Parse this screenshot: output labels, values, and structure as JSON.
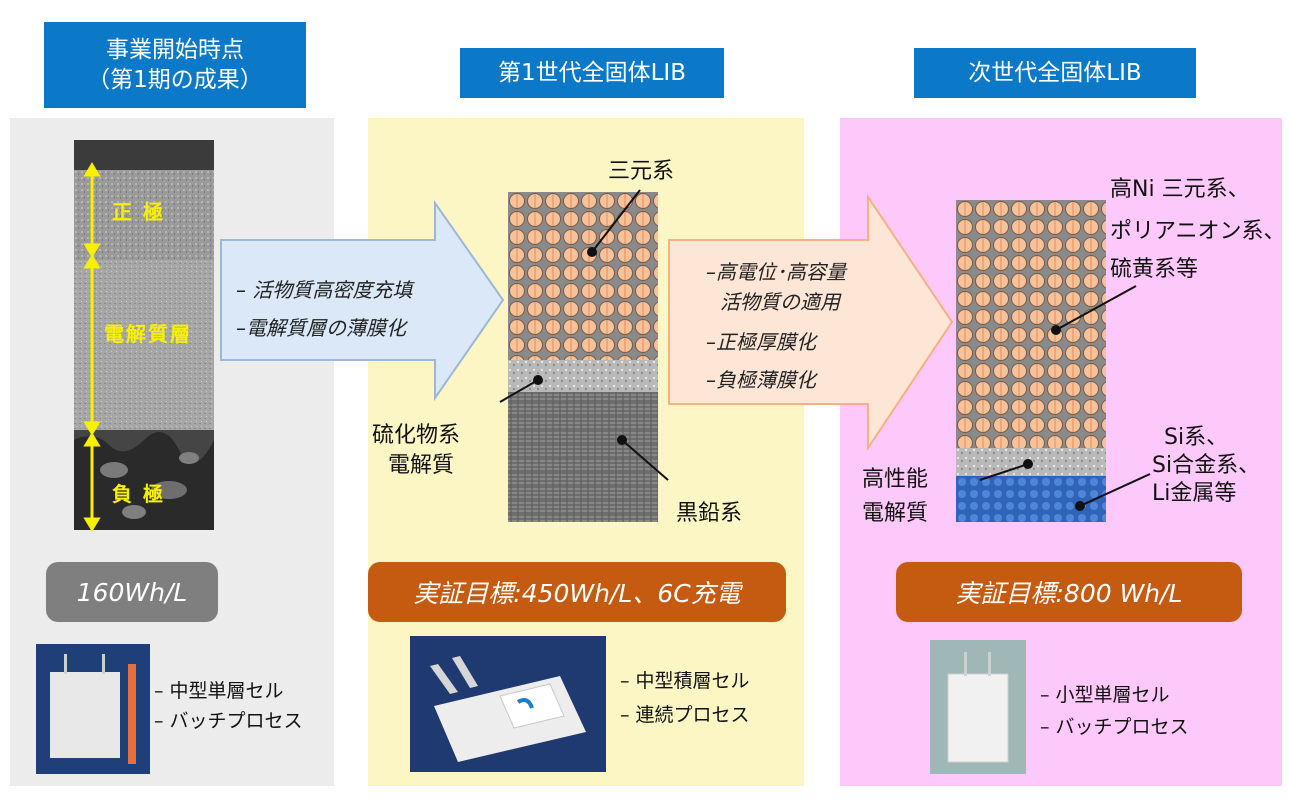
{
  "headers": {
    "col1_line1": "事業開始時点",
    "col1_line2": "（第1期の成果）",
    "col2": "第1世代全固体LIB",
    "col3": "次世代全固体LIB"
  },
  "col1": {
    "label_positive": "正 極",
    "label_electrolyte": "電解質層",
    "label_negative": "負 極",
    "target": "160Wh/L",
    "bullets": [
      "– 中型単層セル",
      "– バッチプロセス"
    ]
  },
  "arrow1": {
    "items": [
      "– 活物質高密度充填",
      "–電解質層の薄膜化"
    ]
  },
  "col2": {
    "label_ternary": "三元系",
    "label_sulfide_1": "硫化物系",
    "label_sulfide_2": "電解質",
    "label_graphite": "黒鉛系",
    "target": "実証目標:450Wh/L、6C充電",
    "bullets": [
      "– 中型積層セル",
      "– 連続プロセス"
    ]
  },
  "arrow2": {
    "items": [
      "–高電位･高容量",
      "活物質の適用",
      "–正極厚膜化",
      "–負極薄膜化"
    ]
  },
  "col3": {
    "label_cathode_1": "高Ni 三元系、",
    "label_cathode_2": "ポリアニオン系、",
    "label_cathode_3": "硫黄系等",
    "label_hp_1": "高性能",
    "label_hp_2": "電解質",
    "label_anode_1": "Si系、",
    "label_anode_2": "Si合金系、",
    "label_anode_3": "Li金属等",
    "target": "実証目標:800 Wh/L",
    "bullets": [
      "– 小型単層セル",
      "– バッチプロセス"
    ]
  },
  "colors": {
    "header_blue": "#0b78c8",
    "target_orange": "#c55a11",
    "target_gray": "#7f7f7f",
    "panel_yellow": "#fbf6c4",
    "panel_pink": "#fdc9fb",
    "arrow_blue": "#dbe8f7",
    "arrow_peach": "#fde6d6"
  }
}
